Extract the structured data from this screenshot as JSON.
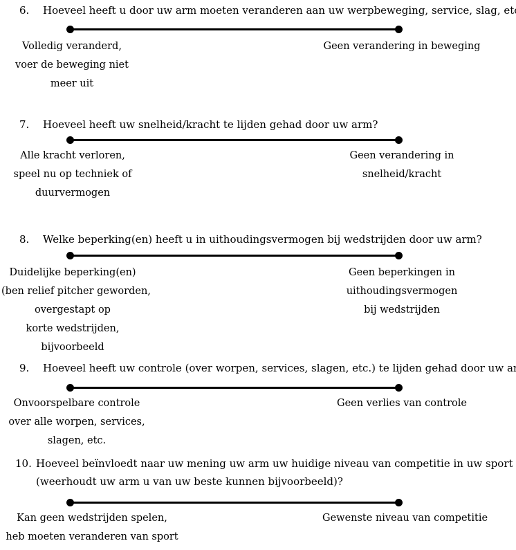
{
  "page": {
    "background_color": "#ffffff",
    "text_color": "#000000",
    "scale_color": "#000000",
    "language": "nl"
  },
  "questions": [
    {
      "number": "6.",
      "text_lines": [
        "Hoeveel heeft u door uw arm moeten veranderen aan uw werpbeweging, service, slag, etc.?"
      ],
      "scale_type": "visual-analog-line",
      "left_label_lines": [
        "Volledig veranderd,",
        "voer de beweging niet",
        "meer uit"
      ],
      "right_label_lines": [
        "Geen verandering in beweging"
      ]
    },
    {
      "number": "7.",
      "text_lines": [
        "Hoeveel heeft uw snelheid/kracht te lijden gehad door uw arm?"
      ],
      "scale_type": "visual-analog-line",
      "left_label_lines": [
        "Alle kracht verloren,",
        "speel nu op techniek of",
        "duurvermogen"
      ],
      "right_label_lines": [
        "Geen verandering in",
        "snelheid/kracht"
      ]
    },
    {
      "number": "8.",
      "text_lines": [
        "Welke beperking(en) heeft u in uithoudingsvermogen bij wedstrijden door uw arm?"
      ],
      "scale_type": "visual-analog-line",
      "left_label_lines": [
        "Duidelijke beperking(en)",
        "(ben relief pitcher geworden,",
        "overgestapt op",
        "korte wedstrijden,",
        "bijvoorbeeld"
      ],
      "right_label_lines": [
        "Geen beperkingen in",
        "uithoudingsvermogen",
        "bij wedstrijden"
      ]
    },
    {
      "number": "9.",
      "text_lines": [
        "Hoeveel heeft uw controle (over worpen, services, slagen, etc.) te lijden gehad door uw arm?"
      ],
      "scale_type": "visual-analog-line",
      "left_label_lines": [
        "Onvoorspelbare controle",
        "over alle worpen, services,",
        "slagen, etc."
      ],
      "right_label_lines": [
        "Geen verlies van controle"
      ]
    },
    {
      "number": "10.",
      "text_lines": [
        "Hoeveel beïnvloedt naar uw mening uw arm uw huidige niveau van competitie in uw sport",
        "(weerhoudt uw arm u van uw beste kunnen bijvoorbeeld)?"
      ],
      "scale_type": "visual-analog-line",
      "left_label_lines": [
        "Kan geen wedstrijden spelen,",
        "heb moeten veranderen van sport"
      ],
      "right_label_lines": [
        "Gewenste niveau van competitie"
      ]
    }
  ]
}
